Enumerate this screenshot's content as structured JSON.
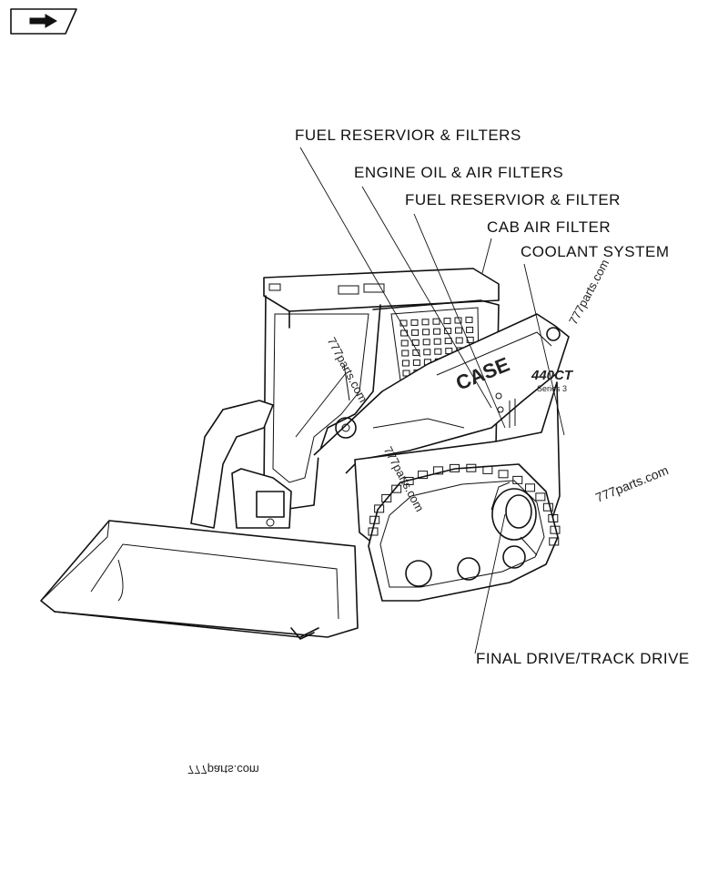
{
  "callouts": [
    {
      "label": "FUEL RESERVIOR & FILTERS"
    },
    {
      "label": "ENGINE OIL & AIR FILTERS"
    },
    {
      "label": "FUEL RESERVIOR & FILTER"
    },
    {
      "label": "CAB AIR FILTER"
    },
    {
      "label": "COOLANT SYSTEM"
    },
    {
      "label": "FINAL DRIVE/TRACK DRIVE"
    }
  ],
  "machine": {
    "brand_text": "CASE",
    "model_text": "440CT",
    "series_text": "Series 3"
  },
  "watermarks": [
    {
      "text": "777parts.com"
    },
    {
      "text": "777parts.com"
    },
    {
      "text": "777parts.com"
    },
    {
      "text": "777parts.com"
    },
    {
      "text": "777parts.com"
    }
  ],
  "icons": {
    "corner_tab": "right-arrow-tab-icon"
  }
}
